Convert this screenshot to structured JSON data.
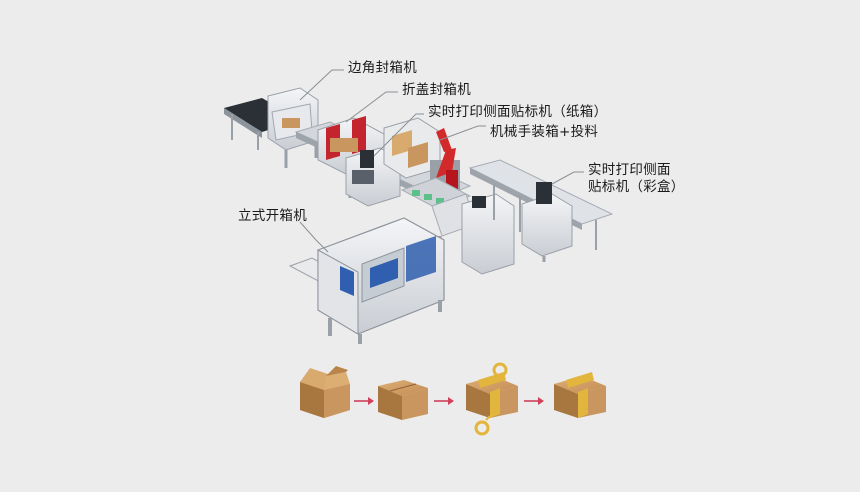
{
  "labels": {
    "corner_sealer": "边角封箱机",
    "fold_lid_sealer": "折盖封箱机",
    "realtime_labeler_carton": "实时打印侧面贴标机（纸箱）",
    "robot_packing": "机械手装箱+投料",
    "realtime_labeler_box_line1": "实时打印侧面",
    "realtime_labeler_box_line2": "贴标机（彩盒）",
    "vertical_erector": "立式开箱机"
  },
  "colors": {
    "background": "#ececec",
    "arrow": "#d0405a",
    "carton": "#c8965e",
    "carton_dark": "#a8763f",
    "tape": "#e2b53c",
    "machine_frame": "#dcdfe3",
    "robot": "#d22a2a",
    "panel_blue": "#2f5fae"
  },
  "process_steps": [
    {
      "name": "open-carton"
    },
    {
      "name": "folded-carton"
    },
    {
      "name": "taping-carton"
    },
    {
      "name": "sealed-carton"
    }
  ]
}
